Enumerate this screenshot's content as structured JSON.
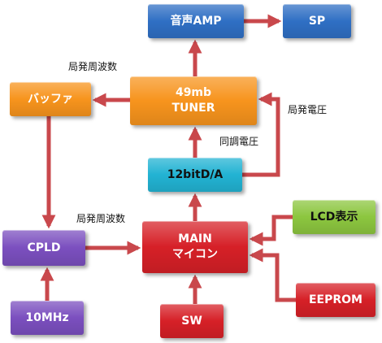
{
  "blocks": {
    "audio_amp": {
      "label": "音声AMP",
      "color": "#2f6fc4"
    },
    "sp": {
      "label": "SP",
      "color": "#2f6fc4"
    },
    "tuner": {
      "line1": "49mb",
      "line2": "TUNER",
      "color": "#f7941d"
    },
    "buffer": {
      "label": "バッファ",
      "color": "#f7941d"
    },
    "dac": {
      "label": "12bitD/A",
      "color": "#22b3d3"
    },
    "main": {
      "line1": "MAIN",
      "line2": "マイコン",
      "color": "#d62027"
    },
    "cpld": {
      "label": "CPLD",
      "color": "#7b4fbf"
    },
    "lcd": {
      "label": "LCD表示",
      "color": "#8cc63f"
    },
    "eeprom": {
      "label": "EEPROM",
      "color": "#d62027"
    },
    "osc": {
      "label": "10MHz",
      "color": "#7b4fbf"
    },
    "sw": {
      "label": "SW",
      "color": "#d62027"
    }
  },
  "labels": {
    "lo_freq_top": "局発周波数",
    "lo_voltage": "局発電圧",
    "tune_voltage": "同調電圧",
    "lo_freq_mid": "局発周波数"
  },
  "arrow_color": "#c9484c",
  "connections": [
    {
      "from": "tuner",
      "to": "audio_amp"
    },
    {
      "from": "audio_amp",
      "to": "sp"
    },
    {
      "from": "tuner",
      "to": "buffer"
    },
    {
      "from": "buffer",
      "to": "cpld"
    },
    {
      "from": "cpld",
      "to": "main"
    },
    {
      "from": "osc",
      "to": "cpld"
    },
    {
      "from": "main",
      "to": "dac"
    },
    {
      "from": "dac",
      "to": "tuner",
      "label": "tune_voltage"
    },
    {
      "from": "dac",
      "to": "tuner",
      "label": "lo_voltage"
    },
    {
      "from": "lcd",
      "to": "main"
    },
    {
      "from": "eeprom",
      "to": "main"
    },
    {
      "from": "sw",
      "to": "main"
    }
  ]
}
